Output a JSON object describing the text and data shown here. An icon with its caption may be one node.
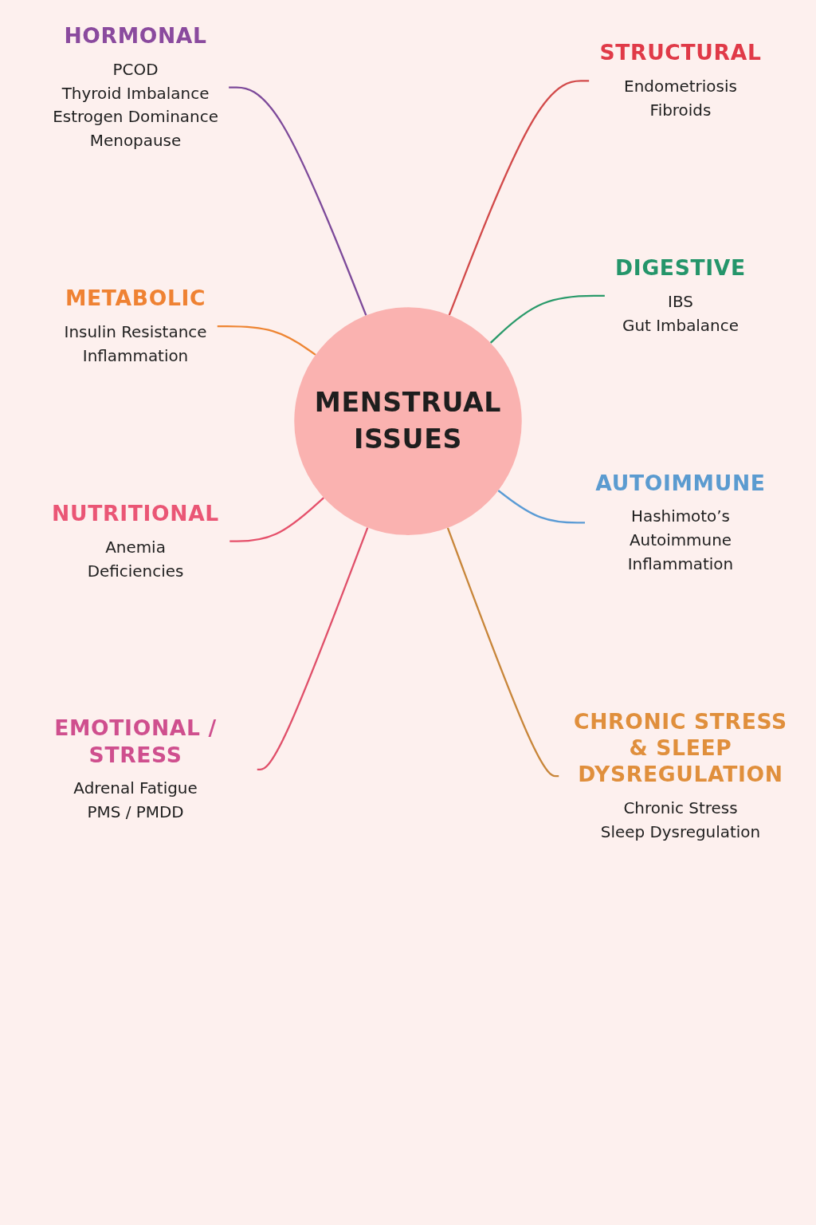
{
  "diagram": {
    "nodes": [
      {
        "text": [
          "HORMONAL",
          "PCOD",
          "Thyroid Imbalance",
          "Estrogen Dominance",
          "Menopause"
        ]
      },
      {
        "text": [
          "STRUCTURAL",
          "Endometriosis",
          "Fibroids"
        ]
      },
      {
        "text": [
          "METABOLIC",
          "Insulin Resistance",
          "Inflammation"
        ]
      },
      {
        "text": [
          "DIGESTIVE",
          "IBS",
          "Gut Imbalance"
        ]
      },
      {
        "text": [
          "MENSTRUAL ISSUES"
        ]
      },
      {
        "text": [
          "NUTRITIONAL",
          "Anemia",
          "Deficiencies"
        ]
      },
      {
        "text": [
          "AUTOIMMUNE",
          "Hashimoto’s",
          "Autoimmune",
          "Inflammation"
        ]
      },
      {
        "text": [
          "EMOTIONAL / STRESS",
          "Adrenal Fatigue",
          "PMS / PMDD"
        ]
      },
      {
        "text": [
          "CHRONIC STRESS & SLEEP DYSREGULATION",
          "Chronic Stress",
          "Sleep Dysregulation"
        ]
      }
    ],
    "edges": [
      {
        "from": 0,
        "to": 4,
        "arrow": "none",
        "color": "#7d4a9a"
      },
      {
        "from": 4,
        "to": 1,
        "arrow": "none",
        "color": "#d24a4a"
      },
      {
        "from": 2,
        "to": 4,
        "arrow": "none",
        "color": "#ee8533"
      },
      {
        "from": 4,
        "to": 3,
        "arrow": "none",
        "color": "#2a9a6a"
      },
      {
        "from": 5,
        "to": 4,
        "arrow": "none",
        "color": "#e5506a"
      },
      {
        "from": 4,
        "to": 6,
        "arrow": "none",
        "color": "#5a9bd5"
      },
      {
        "from": 7,
        "to": 4,
        "arrow": "none",
        "color": "#e0506a"
      },
      {
        "from": 4,
        "to": 8,
        "arrow": "none",
        "color": "#c8863a"
      }
    ]
  }
}
